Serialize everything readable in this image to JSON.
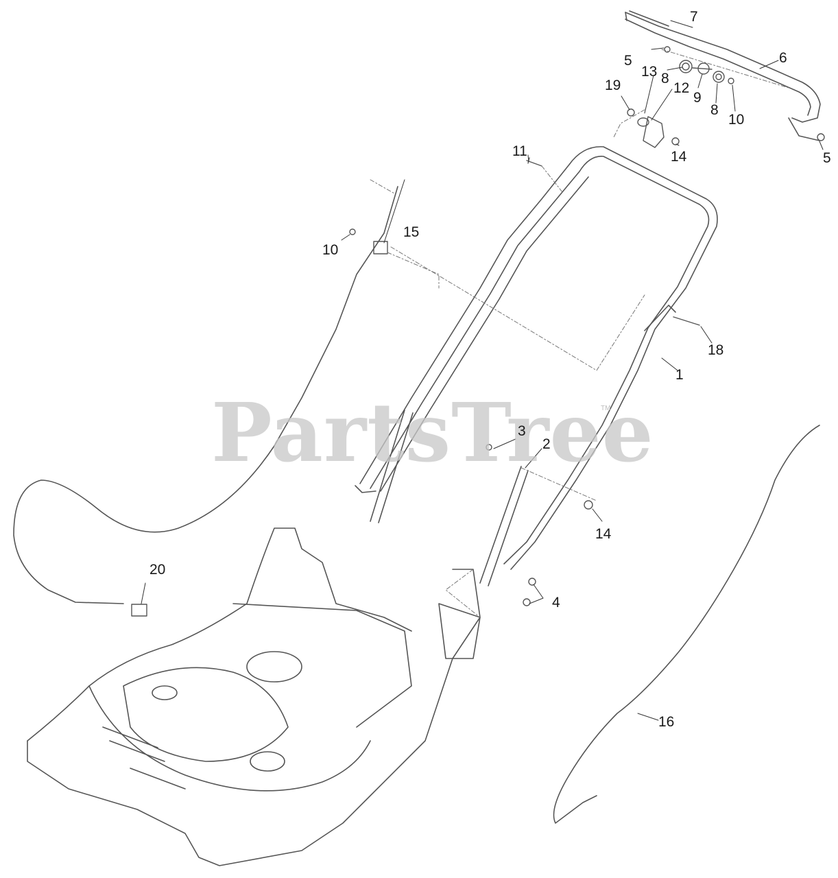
{
  "watermark": {
    "text": "PartsTree",
    "trademark": "TM",
    "color": "#c8c8c8"
  },
  "diagram": {
    "line_color": "#555555",
    "callouts": {
      "c1": "1",
      "c2": "2",
      "c3": "3",
      "c4": "4",
      "c5a": "5",
      "c5b": "5",
      "c6": "6",
      "c7": "7",
      "c8a": "8",
      "c8b": "8",
      "c9": "9",
      "c10a": "10",
      "c10b": "10",
      "c11": "11",
      "c12": "12",
      "c13": "13",
      "c14a": "14",
      "c14b": "14",
      "c15": "15",
      "c16": "16",
      "c18": "18",
      "c19": "19",
      "c20": "20"
    }
  }
}
